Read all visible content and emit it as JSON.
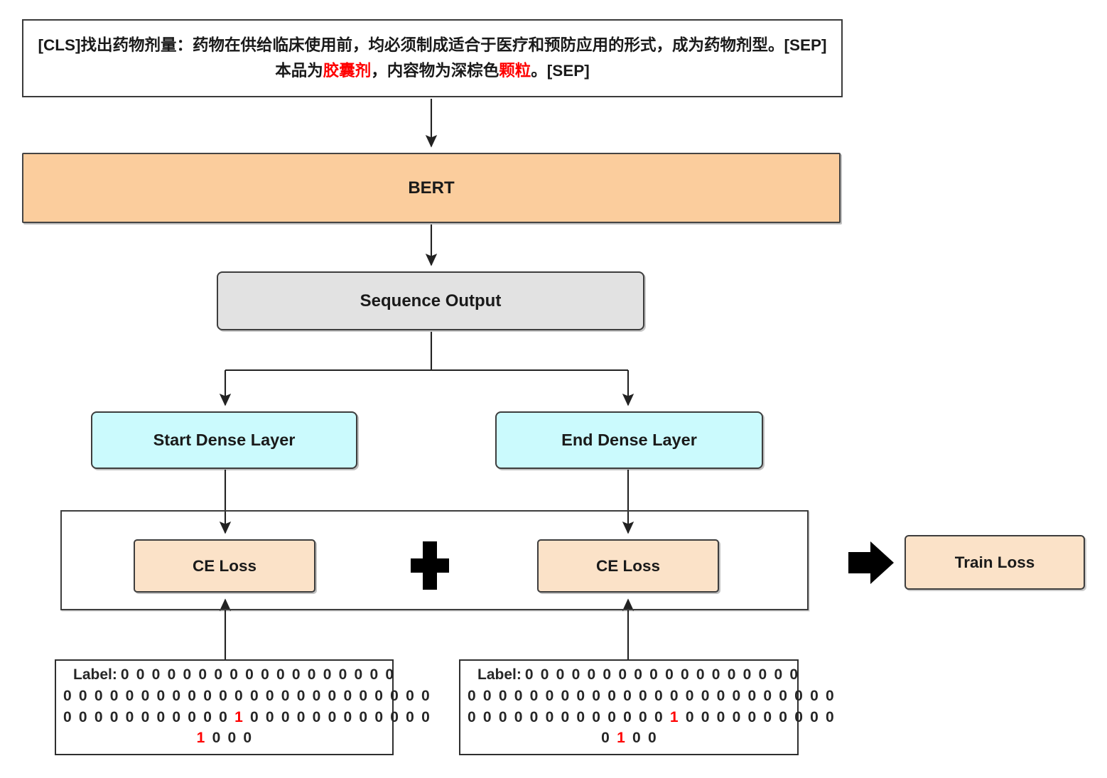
{
  "diagram": {
    "title": "BERT span extraction training architecture",
    "colors": {
      "bert_fill": "#fbcd9d",
      "sequence_fill": "#e2e2e2",
      "dense_fill": "#cbfafd",
      "loss_fill": "#fbe2c8",
      "highlight": "#ff0000",
      "stroke": "#3d3d3d"
    }
  },
  "input": {
    "line1_prefix": "[CLS]找出药物剂量：药物在供给临床使用前，均必须制成适合于医疗和预防应用的形式，成为药物剂型。",
    "line2_prefix": "[SEP]本品为",
    "line2_highlight1": "胶囊剂",
    "line2_mid": "，内容物为深棕色",
    "line2_highlight2": "颗粒",
    "line2_suffix": "。[SEP]"
  },
  "nodes": {
    "bert": "BERT",
    "sequence_output": "Sequence Output",
    "start_dense": "Start Dense Layer",
    "end_dense": "End Dense Layer",
    "ce_loss_start": "CE Loss",
    "ce_loss_end": "CE Loss",
    "plus": "+",
    "train_loss": "Train Loss"
  },
  "labels": {
    "start": {
      "lead": "Label:",
      "row1": "0 0 0 0 0 0 0 0 0 0 0 0 0 0 0 0 0 0",
      "row2": "0 0 0 0 0 0 0 0 0 0 0 0 0 0 0 0 0 0 0 0 0 0 0 0",
      "row3_pre": "0 0 0 0 0 0 0 0 0 0 0",
      "row3_one": "1",
      "row3_post": "0 0 0 0 0 0 0 0 0 0 0 0",
      "row4_one": "1",
      "row4_post": "0 0 0"
    },
    "end": {
      "lead": "Label:",
      "row1": "0 0 0 0 0 0 0 0 0 0 0 0 0 0 0 0 0 0",
      "row2": "0 0 0 0 0 0 0 0 0 0 0 0 0 0 0 0 0 0 0 0 0 0 0 0",
      "row3_pre": "0 0 0 0 0 0 0 0 0 0 0 0 0",
      "row3_one": "1",
      "row3_post": "0 0 0 0 0 0 0 0 0 0",
      "row4_pre": "0",
      "row4_one": "1",
      "row4_post": "0 0"
    }
  },
  "edges": [
    {
      "from": "input",
      "to": "bert"
    },
    {
      "from": "bert",
      "to": "sequence_output"
    },
    {
      "from": "sequence_output",
      "to": "start_dense"
    },
    {
      "from": "sequence_output",
      "to": "end_dense"
    },
    {
      "from": "start_dense",
      "to": "ce_loss_start"
    },
    {
      "from": "end_dense",
      "to": "ce_loss_end"
    },
    {
      "from": "label_start",
      "to": "ce_loss_start"
    },
    {
      "from": "label_end",
      "to": "ce_loss_end"
    },
    {
      "from": "loss_group",
      "to": "train_loss"
    }
  ]
}
